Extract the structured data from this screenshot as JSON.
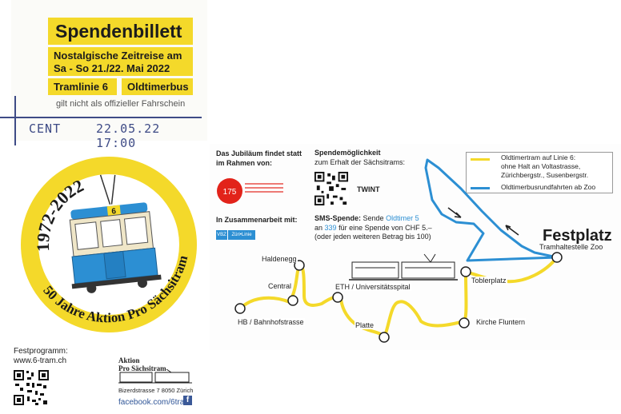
{
  "ticket": {
    "title": "Spendenbillett",
    "subtitle_line1": "Nostalgische Zeitreise am",
    "subtitle_line2": "Sa - So 21./22. Mai 2022",
    "line_label": "Tramlinie 6",
    "bus_label": "Oldtimerbus",
    "not_valid": "gilt nicht als offizieller Fahrschein"
  },
  "stamp": {
    "code": "CENT",
    "datetime": "22.05.22 17:00"
  },
  "badge": {
    "years": "1972-2022",
    "jubilee": "50 Jahre Aktion Pro Sächsitram",
    "tram_number": "6",
    "colors": {
      "ring": "#f4d92a",
      "tram_blue": "#2c8fd3",
      "tram_cream": "#efe6c8"
    }
  },
  "program": {
    "label": "Festprogramm:",
    "url": "www.6-tram.ch"
  },
  "org": {
    "name_line1": "Aktion",
    "name_line2": "Pro Sächsitram",
    "address": "Bizerdstrasse 7   8050 Zürich",
    "facebook": "facebook.com/6tram",
    "facebook_icon": "f"
  },
  "info": {
    "jubilee_frame": "Das Jubiläum findet statt im Rahmen von:",
    "logo_175_number": "175",
    "cooperation": "In Zusammenarbeit mit:",
    "partner_vbz": "VBZ",
    "partner_zvv": "Züri•Linie",
    "donation_heading": "Spendemöglichkeit",
    "donation_sub": "zum Erhalt der Sächsitrams:",
    "twint": "TWINT",
    "sms_label": "SMS-Spende:",
    "sms_text_a": "Sende",
    "sms_keyword": "Oldtimer 5",
    "sms_text_b": "an",
    "sms_number": "339",
    "sms_text_c": "für eine Spende von CHF 5.–",
    "sms_text_d": "(oder jeden weiteren Betrag bis 100)"
  },
  "legend": {
    "tram_line1": "Oldtimertram auf Linie 6:",
    "tram_line2": "ohne Halt an Voltastrasse,",
    "tram_line3": "Zürichbergstr., Susenbergstr.",
    "bus": "Oldtimerbusrundfahrten ab Zoo",
    "tram_color": "#f4d92a",
    "bus_color": "#2c8fd3"
  },
  "map": {
    "festplatz": "Festplatz",
    "festplatz_sub": "Tramhaltestelle Zoo",
    "stops": {
      "haldenegg": "Haldenegg",
      "central": "Central",
      "hb": "HB / Bahnhofstrasse",
      "eth": "ETH / Universitätsspital",
      "platte": "Platte",
      "kirche_fluntern": "Kirche Fluntern",
      "toblerplatz": "Toblerplatz"
    }
  }
}
